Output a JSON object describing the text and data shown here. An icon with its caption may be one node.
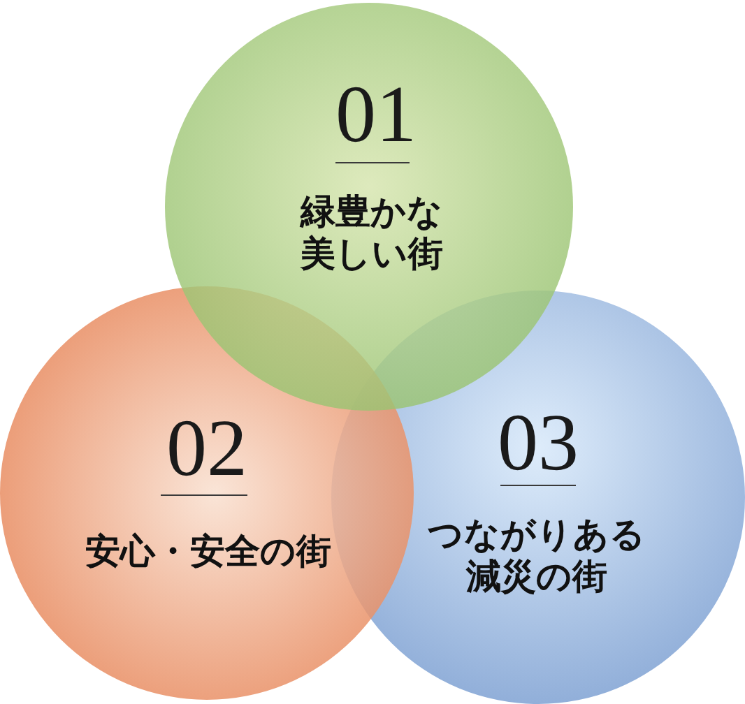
{
  "diagram": {
    "nodes": [
      {
        "text": [
          "01",
          "緑豊かな美しい街"
        ]
      },
      {
        "text": [
          "02",
          "安心・安全の街"
        ]
      },
      {
        "text": [
          "03",
          "つながりある減災の街"
        ]
      }
    ]
  }
}
